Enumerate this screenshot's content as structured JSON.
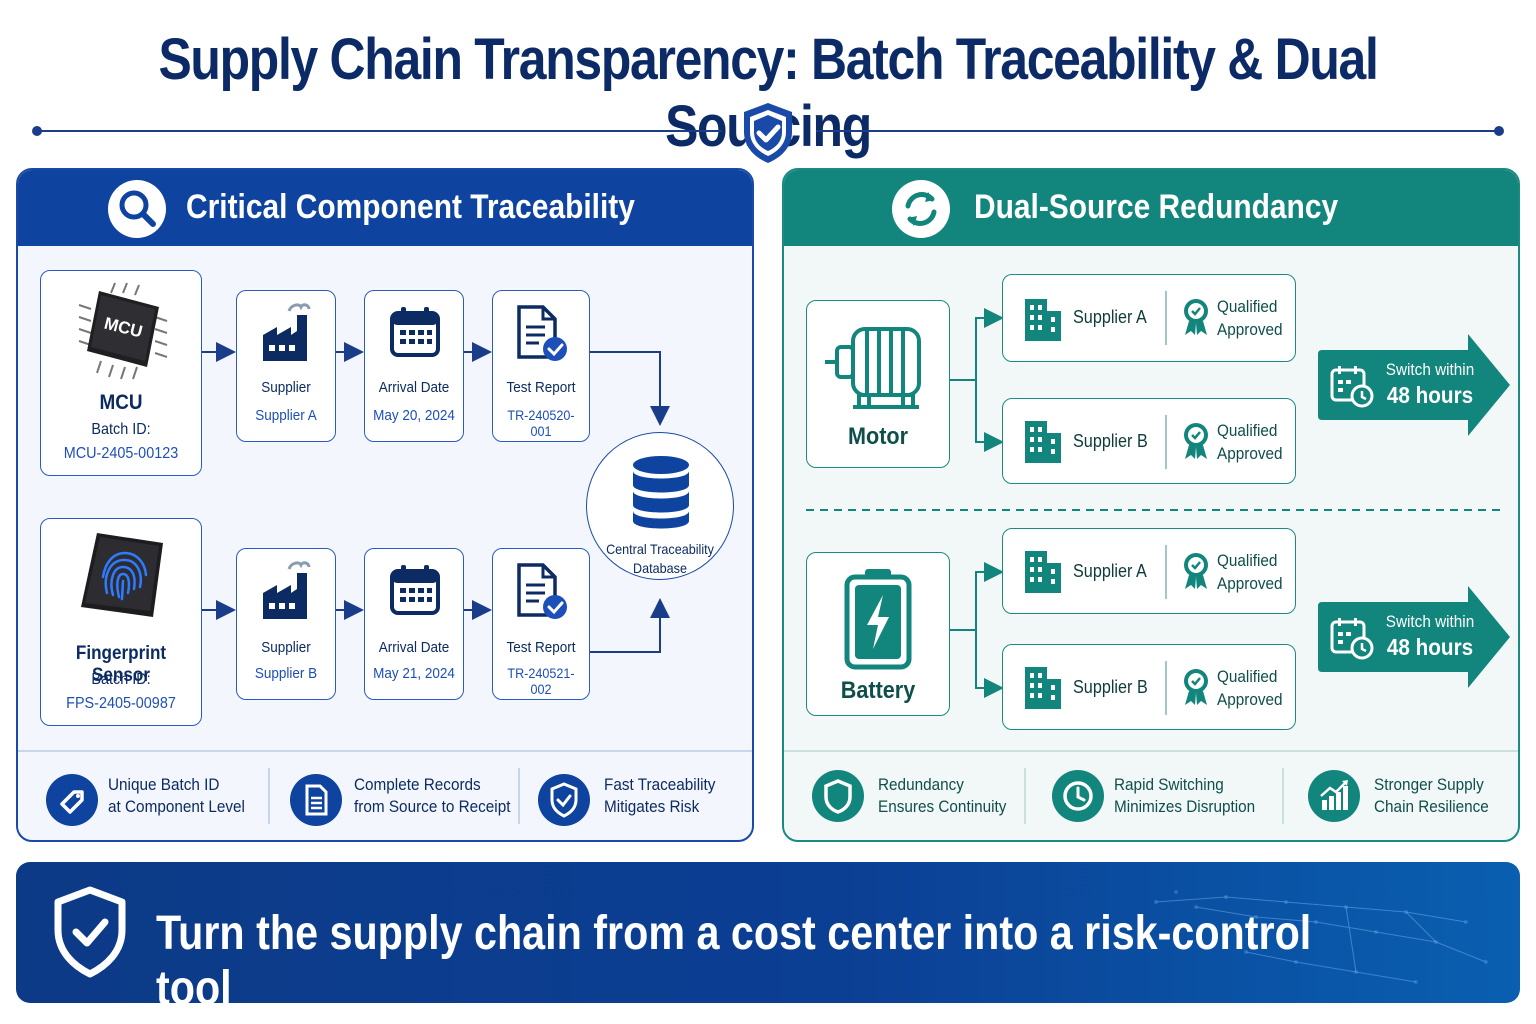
{
  "header": {
    "title": "Supply Chain Transparency: Batch Traceability & Dual Sourcing"
  },
  "traceability": {
    "title": "Critical Component Traceability",
    "components": [
      {
        "name": "MCU",
        "chip_label": "MCU",
        "batch_label": "Batch ID:",
        "batch_id": "MCU-2405-00123",
        "supplier_label": "Supplier",
        "supplier": "Supplier A",
        "arrival_label": "Arrival Date",
        "arrival_date": "May 20, 2024",
        "report_label": "Test Report",
        "report_id": "TR-240520-001"
      },
      {
        "name": "Fingerprint Sensor",
        "batch_label": "Batch ID:",
        "batch_id": "FPS-2405-00987",
        "supplier_label": "Supplier",
        "supplier": "Supplier B",
        "arrival_label": "Arrival Date",
        "arrival_date": "May 21, 2024",
        "report_label": "Test Report",
        "report_id": "TR-240521-002"
      }
    ],
    "database": {
      "line1": "Central Traceability",
      "line2": "Database"
    },
    "features": [
      {
        "line1": "Unique Batch ID",
        "line2": "at Component Level",
        "icon": "tag-icon"
      },
      {
        "line1": "Complete Records",
        "line2": "from Source to Receipt",
        "icon": "document-icon"
      },
      {
        "line1": "Fast Traceability",
        "line2": "Mitigates Risk",
        "icon": "shield-check-icon"
      }
    ]
  },
  "redundancy": {
    "title": "Dual-Source Redundancy",
    "groups": [
      {
        "component": "Motor",
        "suppliers": [
          {
            "name": "Supplier A",
            "status1": "Qualified",
            "status2": "Approved"
          },
          {
            "name": "Supplier B",
            "status1": "Qualified",
            "status2": "Approved"
          }
        ],
        "switch_line1": "Switch within",
        "switch_line2": "48 hours"
      },
      {
        "component": "Battery",
        "suppliers": [
          {
            "name": "Supplier A",
            "status1": "Qualified",
            "status2": "Approved"
          },
          {
            "name": "Supplier B",
            "status1": "Qualified",
            "status2": "Approved"
          }
        ],
        "switch_line1": "Switch within",
        "switch_line2": "48 hours"
      }
    ],
    "features": [
      {
        "line1": "Redundancy",
        "line2": "Ensures Continuity",
        "icon": "shield-icon"
      },
      {
        "line1": "Rapid Switching",
        "line2": "Minimizes Disruption",
        "icon": "clock-icon"
      },
      {
        "line1": "Stronger Supply",
        "line2": "Chain Resilience",
        "icon": "growth-chart-icon"
      }
    ]
  },
  "banner": {
    "text": "Turn the supply chain from a cost center into a risk-control tool"
  },
  "colors": {
    "navy": "#0b2a66",
    "blue": "#0f43a0",
    "teal": "#12857c"
  }
}
